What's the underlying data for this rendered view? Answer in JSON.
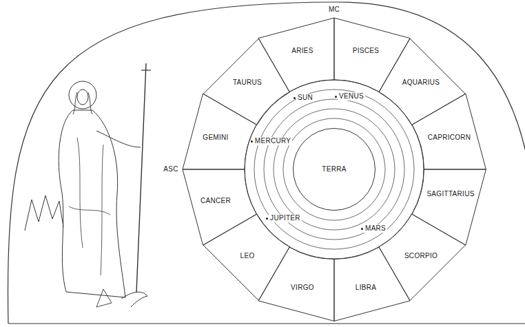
{
  "diagram": {
    "nodes": [
      {
        "text": [
          "ARIES"
        ]
      },
      {
        "text": [
          "PISCES"
        ]
      },
      {
        "text": [
          "TAURUS"
        ]
      },
      {
        "text": [
          "AQUARIUS"
        ]
      },
      {
        "text": [
          "GEMINI"
        ]
      },
      {
        "text": [
          "CAPRICORN"
        ]
      },
      {
        "text": [
          "CANCER"
        ]
      },
      {
        "text": [
          "SAGITTARIUS"
        ]
      },
      {
        "text": [
          "LEO"
        ]
      },
      {
        "text": [
          "SCORPIO"
        ]
      },
      {
        "text": [
          "VIRGO"
        ]
      },
      {
        "text": [
          "LIBRA"
        ]
      },
      {
        "text": [
          "TERRA"
        ]
      }
    ],
    "labels": [
      "MC",
      "SUN",
      "VENUS",
      "ASC",
      "MERCURY",
      "JUPITER",
      "MARS"
    ]
  }
}
